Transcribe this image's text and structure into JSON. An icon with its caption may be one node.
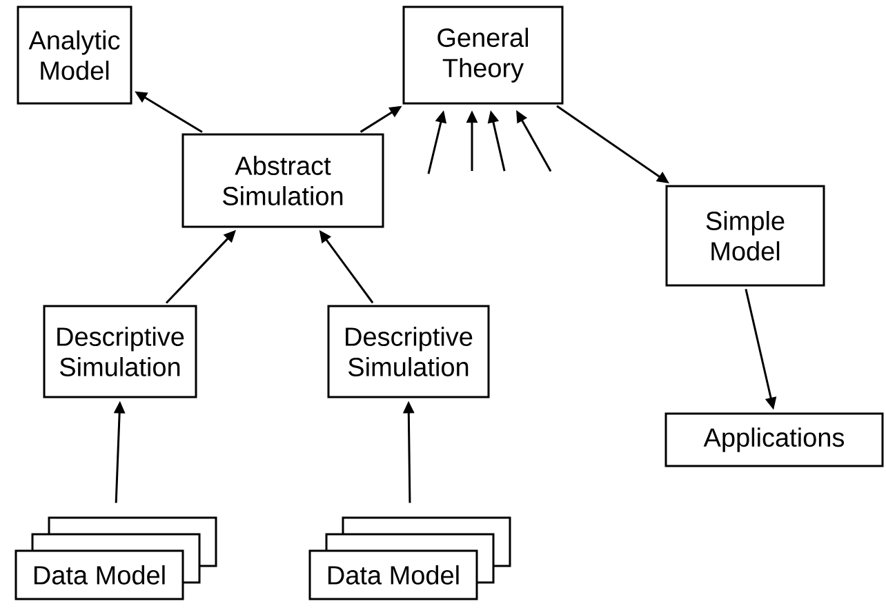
{
  "diagram": {
    "nodes": [
      {
        "text": [
          "Analytic Model"
        ]
      },
      {
        "text": [
          "General Theory"
        ]
      },
      {
        "text": [
          "Abstract Simulation"
        ]
      },
      {
        "text": [
          "Simple Model"
        ]
      },
      {
        "text": [
          "Descriptive Simulation"
        ]
      },
      {
        "text": [
          "Descriptive Simulation"
        ]
      },
      {
        "text": [
          "Applications"
        ]
      },
      {
        "text": [
          "Data Model"
        ]
      },
      {
        "text": [
          "Data Model"
        ]
      }
    ],
    "edges": [
      {
        "from": 2,
        "to": 0,
        "arrow": "to"
      },
      {
        "from": 2,
        "to": 1,
        "arrow": "to"
      },
      {
        "from": null,
        "to": 1,
        "arrow": "to"
      },
      {
        "from": null,
        "to": 1,
        "arrow": "to"
      },
      {
        "from": null,
        "to": 1,
        "arrow": "to"
      },
      {
        "from": null,
        "to": 1,
        "arrow": "to"
      },
      {
        "from": 1,
        "to": 3,
        "arrow": "to"
      },
      {
        "from": 3,
        "to": 6,
        "arrow": "to"
      },
      {
        "from": 4,
        "to": 2,
        "arrow": "to"
      },
      {
        "from": 5,
        "to": 2,
        "arrow": "to"
      },
      {
        "from": 7,
        "to": 4,
        "arrow": "to"
      },
      {
        "from": 8,
        "to": 5,
        "arrow": "to"
      }
    ]
  }
}
